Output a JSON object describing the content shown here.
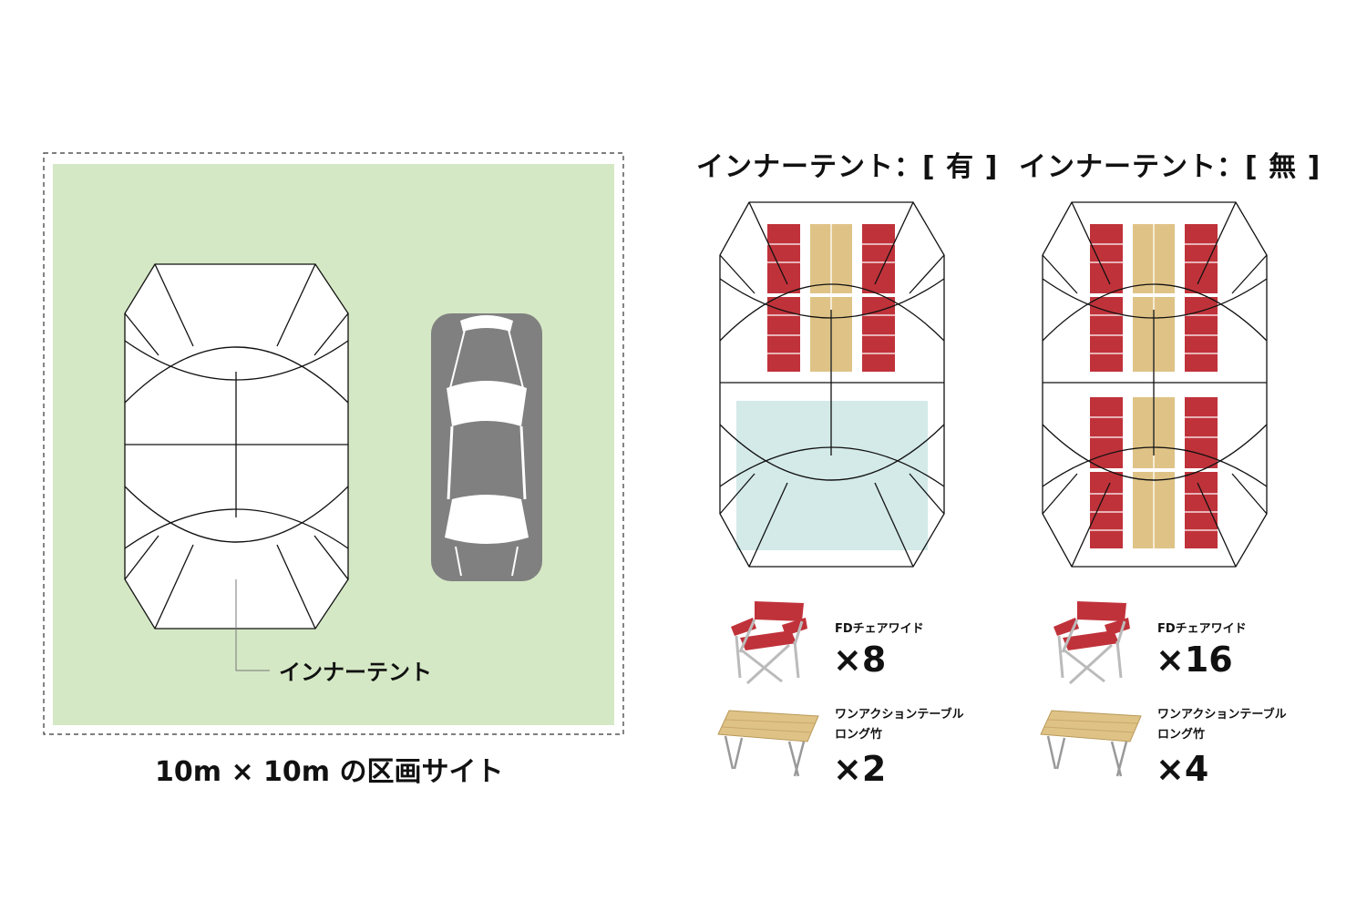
{
  "site": {
    "caption": "10m × 10m の区画サイト",
    "inner_tent_label": "インナーテント",
    "site_color": "#d5e8c5",
    "car_color": "#808080"
  },
  "layouts": [
    {
      "title": "インナーテント：[ 有 ]",
      "inner_tent_color": "#d3eae8",
      "items": [
        {
          "name": "FDチェアワイド",
          "count": "×8",
          "icon": "folding-chair-icon"
        },
        {
          "name": "ワンアクションテーブル\nロング竹",
          "count": "×2",
          "icon": "bamboo-table-icon"
        }
      ]
    },
    {
      "title": "インナーテント：[ 無 ]",
      "items": [
        {
          "name": "FDチェアワイド",
          "count": "×16",
          "icon": "folding-chair-icon"
        },
        {
          "name": "ワンアクションテーブル\nロング竹",
          "count": "×4",
          "icon": "bamboo-table-icon"
        }
      ]
    }
  ],
  "colors": {
    "chair_red": "#c0323a",
    "table_tan": "#dfc386",
    "tent_line": "#111111"
  }
}
